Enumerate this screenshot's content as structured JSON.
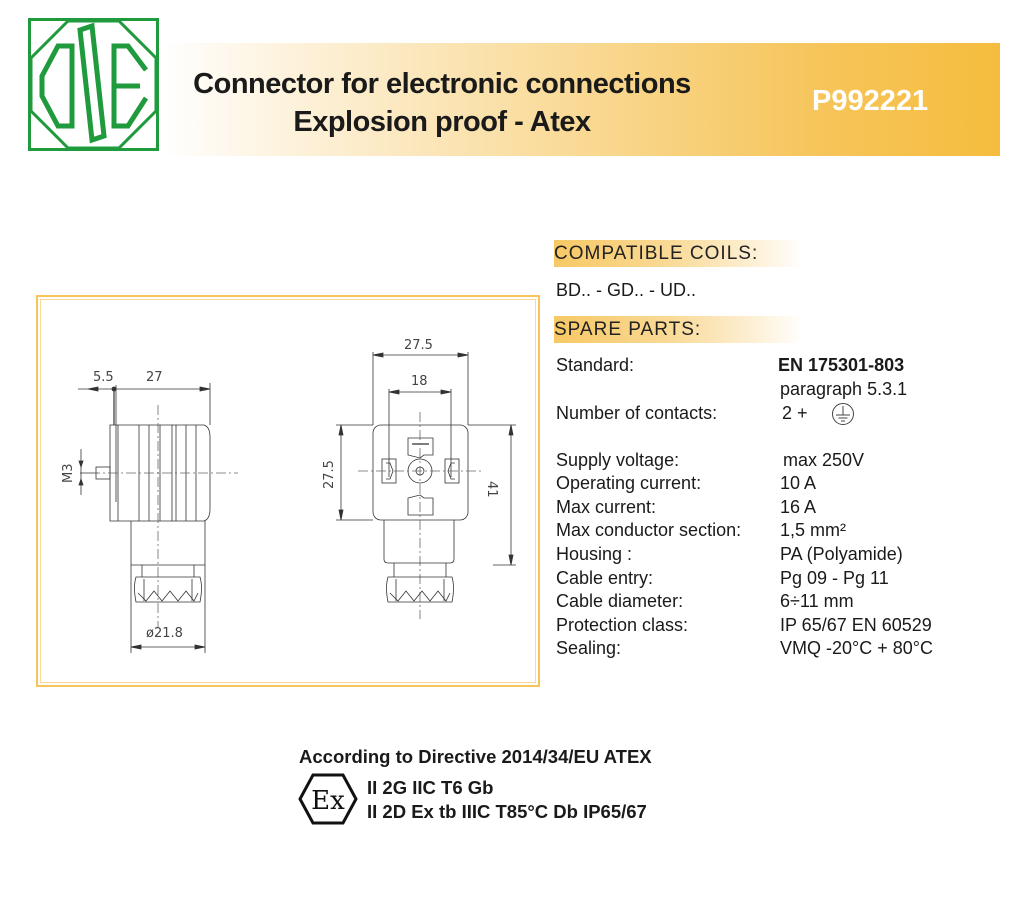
{
  "header": {
    "logo": "oil-company-logo",
    "title_line1": "Connector for electronic connections",
    "title_line2": "Explosion proof - Atex",
    "product_code": "P992221",
    "brand_color": "#1f9a3c",
    "accent_color": "#f5bd3e"
  },
  "drawing": {
    "side_view": {
      "dim_offset": "5.5",
      "dim_length": "27",
      "dim_thread": "M3",
      "dim_diameter": "ø21.8"
    },
    "front_view": {
      "dim_width": "27.5",
      "dim_pin_spacing": "18",
      "dim_height": "27.5",
      "dim_total_height": "41"
    }
  },
  "compatible_coils": {
    "heading": "COMPATIBLE COILS:",
    "value": "BD.. - GD.. - UD.."
  },
  "spare_parts": {
    "heading": "SPARE PARTS:",
    "standard_label": "Standard:",
    "standard_value": "EN 175301-803",
    "standard_sub": "paragraph 5.3.1",
    "contacts_label": "Number of contacts:",
    "contacts_value": "2 +",
    "contacts_icon": "earth-ground-icon",
    "specs": [
      {
        "label": "Supply voltage:",
        "value": "max 250V"
      },
      {
        "label": "Operating current:",
        "value": "10 A"
      },
      {
        "label": "Max current:",
        "value": "16 A"
      },
      {
        "label": "Max conductor section:",
        "value": "1,5 mm²"
      },
      {
        "label": "Housing :",
        "value": "PA (Polyamide)"
      },
      {
        "label": "Cable entry:",
        "value": "Pg 09 - Pg 11"
      },
      {
        "label": "Cable diameter:",
        "value": "6÷11 mm"
      },
      {
        "label": "Protection class:",
        "value": "IP 65/67 EN 60529"
      },
      {
        "label": "Sealing:",
        "value": "VMQ -20°C + 80°C"
      }
    ]
  },
  "atex": {
    "heading": "According to Directive 2014/34/EU ATEX",
    "icon": "ex-hexagon-icon",
    "line1": "II 2G IIC T6 Gb",
    "line2": "II 2D Ex tb IIIC T85°C Db IP65/67"
  }
}
